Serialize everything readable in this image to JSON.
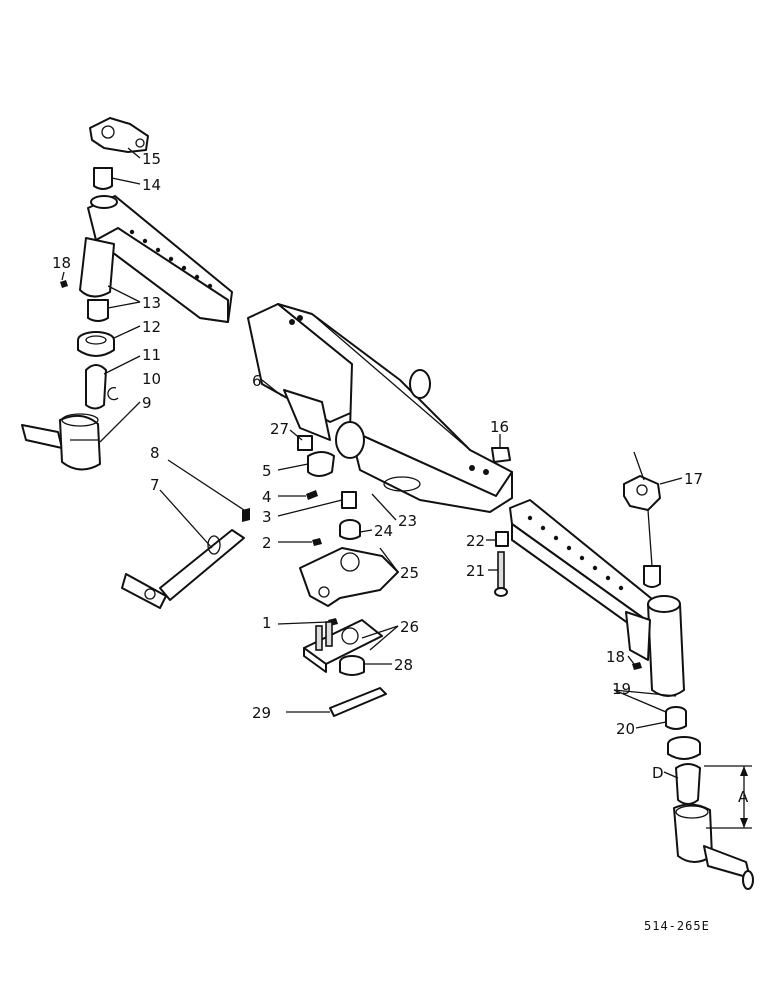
{
  "figure_ref": "514-265E",
  "dimension_label": "A",
  "callouts": {
    "c1": "1",
    "c2": "2",
    "c3": "3",
    "c4": "4",
    "c5": "5",
    "c6": "6",
    "c7": "7",
    "c8": "8",
    "c9": "9",
    "c10": "10",
    "c11": "11",
    "c12": "12",
    "c13": "13",
    "c14": "14",
    "c15": "15",
    "c16": "16",
    "c17": "17",
    "c18a": "18",
    "c18b": "18",
    "c19": "19",
    "c20": "20",
    "c21": "21",
    "c22": "22",
    "c23": "23",
    "c24": "24",
    "c25": "25",
    "c26": "26",
    "c27": "27",
    "c28": "28",
    "c29": "29",
    "cD": "D"
  }
}
